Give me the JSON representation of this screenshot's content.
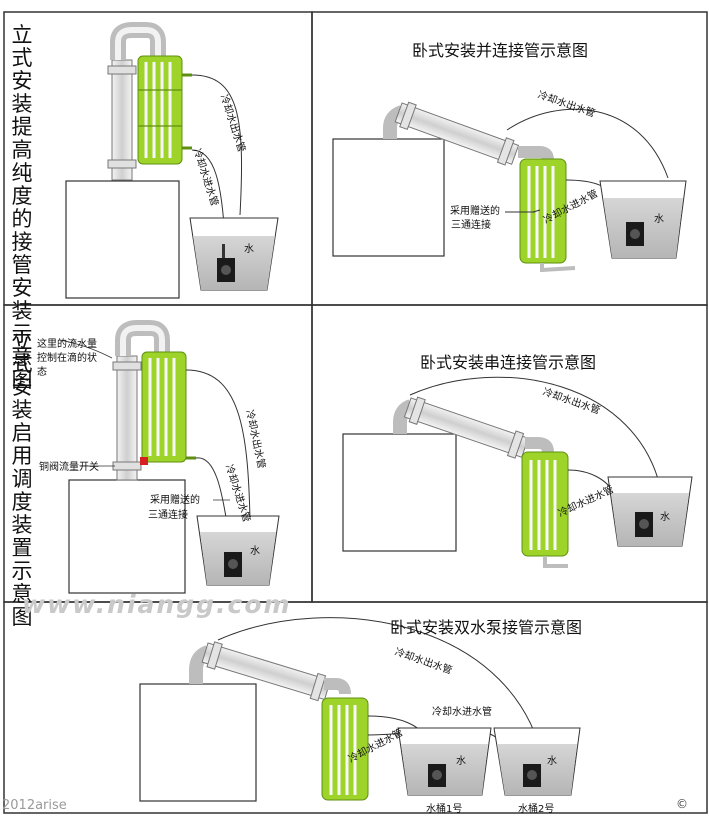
{
  "colors": {
    "condenser": "#9ed42a",
    "condenser_dark": "#6aa012",
    "pipe": "#d9d9d9",
    "water": "#c9c9c9",
    "frame": "#333333"
  },
  "panel1": {
    "title": "立式安装提高纯度的接管安装示意图",
    "outlet": "冷却水出水管",
    "inlet": "冷却水进水管",
    "water": "水"
  },
  "panel2": {
    "title": "卧式安装并连接管示意图",
    "outlet": "冷却水出水管",
    "inlet": "冷却水进水管",
    "tee_line1": "采用赠送的",
    "tee_line2": "三通连接",
    "water": "水"
  },
  "panel3": {
    "title": "立式安装启用调度装置示意图",
    "note_line1": "这里的流水量",
    "note_line2": "控制在滴的状",
    "note_line3": "态",
    "valve": "铜阀流量开关",
    "outlet": "冷却水出水管",
    "inlet": "冷却水进水管",
    "tee_line1": "采用赠送的",
    "tee_line2": "三通连接",
    "water": "水"
  },
  "panel4": {
    "title": "卧式安装串连接管示意图",
    "outlet": "冷却水出水管",
    "inlet": "冷却水进水管",
    "water": "水"
  },
  "panel5": {
    "title": "卧式安装双水泵接管示意图",
    "outlet": "冷却水出水管",
    "inlet": "冷却水进水管",
    "inlet2": "冷却水进水管",
    "water1": "水",
    "water2": "水",
    "bucket1": "水桶1号",
    "bucket2": "水桶2号"
  },
  "watermark": "www.niangg.com",
  "signature": "2012arise",
  "corner_mark": "© "
}
